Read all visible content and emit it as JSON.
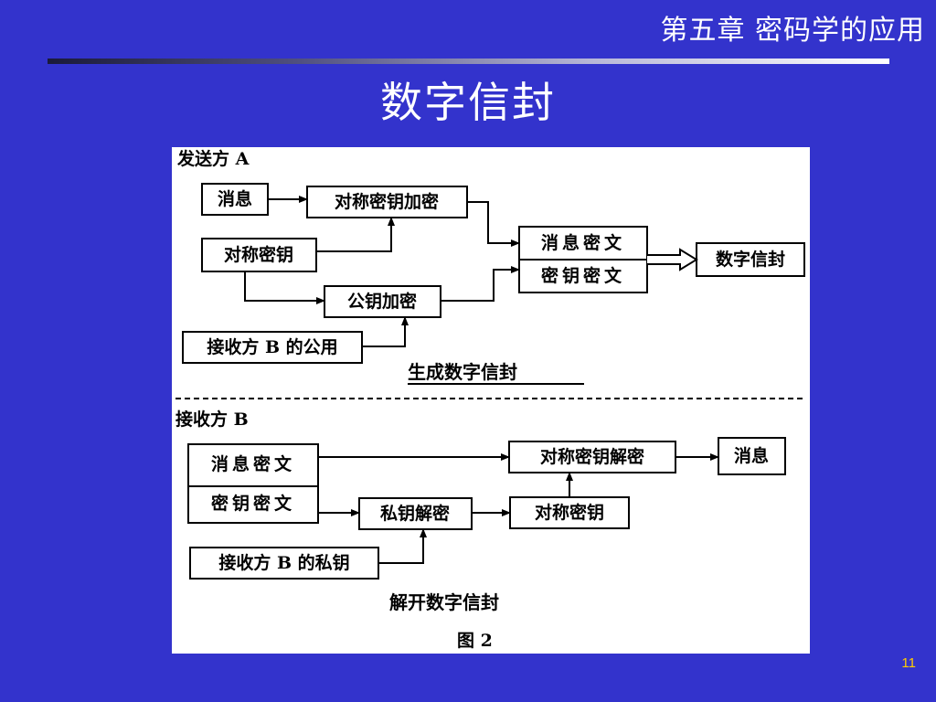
{
  "slide": {
    "chapter": "第五章  密码学的应用",
    "title": "数字信封",
    "page_number": "11"
  },
  "figure": {
    "sender": {
      "label": "发送方 A",
      "message": "消息",
      "sym_encrypt": "对称密钥加密",
      "sym_key": "对称密钥",
      "pub_encrypt": "公钥加密",
      "receiver_public": "接收方 B 的公用",
      "msg_cipher": "消息密文",
      "key_cipher": "密钥密文",
      "envelope": "数字信封",
      "caption": "生成数字信封"
    },
    "receiver": {
      "label": "接收方 B",
      "msg_cipher": "消息密文",
      "key_cipher": "密钥密文",
      "sym_decrypt": "对称密钥解密",
      "message": "消息",
      "priv_decrypt": "私钥解密",
      "sym_key": "对称密钥",
      "receiver_private": "接收方 B 的私钥",
      "caption": "解开数字信封"
    },
    "figure_label": "图 2"
  }
}
